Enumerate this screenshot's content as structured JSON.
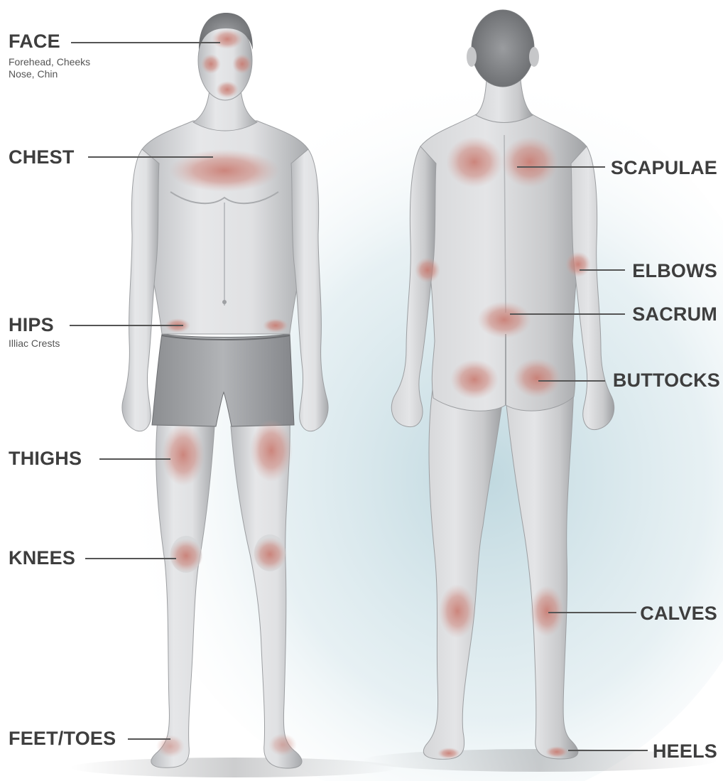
{
  "labels": {
    "face": {
      "title": "FACE",
      "sub1": "Forehead, Cheeks",
      "sub2": "Nose, Chin"
    },
    "chest": {
      "title": "CHEST"
    },
    "hips": {
      "title": "HIPS",
      "sub1": "Illiac Crests"
    },
    "thighs": {
      "title": "THIGHS"
    },
    "knees": {
      "title": "KNEES"
    },
    "feet": {
      "title": "FEET/TOES"
    },
    "scapulae": {
      "title": "SCAPULAE"
    },
    "elbows": {
      "title": "ELBOWS"
    },
    "sacrum": {
      "title": "SACRUM"
    },
    "buttocks": {
      "title": "BUTTOCKS"
    },
    "calves": {
      "title": "CALVES"
    },
    "heels": {
      "title": "HEELS"
    }
  },
  "colors": {
    "skin": "#d9dadc",
    "skin_shadow": "#a9abae",
    "hot_spot": "#c8756a",
    "label_text": "#3e3e3e",
    "leader_line": "#555555",
    "backdrop": "#b9d4dc"
  },
  "figures": {
    "front_view": "male-front-figure",
    "back_view": "male-back-figure"
  }
}
